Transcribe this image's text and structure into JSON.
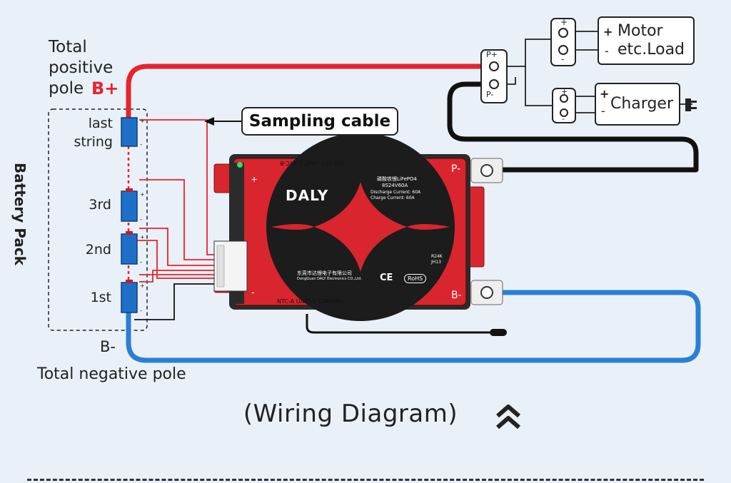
{
  "labels": {
    "total_positive_line1": "Total",
    "total_positive_line2": "positive",
    "total_positive_line3": "pole",
    "b_plus": "B+",
    "b_minus": "B-",
    "total_negative": "Total negative pole",
    "battery_pack": "Battery Pack",
    "sampling_cable": "Sampling cable",
    "motor_line1": "Motor",
    "motor_line2": "etc.Load",
    "charger": "Charger",
    "title": "(Wiring Diagram)"
  },
  "cells": [
    {
      "label_line1": "last",
      "label_line2": "string"
    },
    {
      "label_line1": "3rd"
    },
    {
      "label_line1": "2nd"
    },
    {
      "label_line1": "1st"
    }
  ],
  "terminals": {
    "p_plus": "P+",
    "p_minus": "P-",
    "bms_p_minus": "P-",
    "bms_b_minus": "B-",
    "plus": "+",
    "minus": "-"
  },
  "bms": {
    "brand": "DALY",
    "top_ports": "DIO  KEY  UART-2  NTC-B",
    "bottom_ports": "NTC-A  UART-1  CAN/485",
    "chemistry": "磷酸铁锂LiFePO4",
    "model": "8S24V60A",
    "discharge": "Discharge Current: 60A",
    "charge": "Charge    Current: 60A",
    "code1": "R24K",
    "code2": "JH13",
    "company_cn": "东莞市达锂电子有限公司",
    "company_en": "DongGuan DALY Electronics CO.,Ltd.",
    "ce_mark": "CE",
    "rohs_mark": "RoHS"
  },
  "colors": {
    "positive_wire": "#e8232b",
    "negative_wire": "#2a7fd4",
    "load_wire": "#111111",
    "bms_red": "#d9252e",
    "cell_blue": "#1e6fc8"
  }
}
